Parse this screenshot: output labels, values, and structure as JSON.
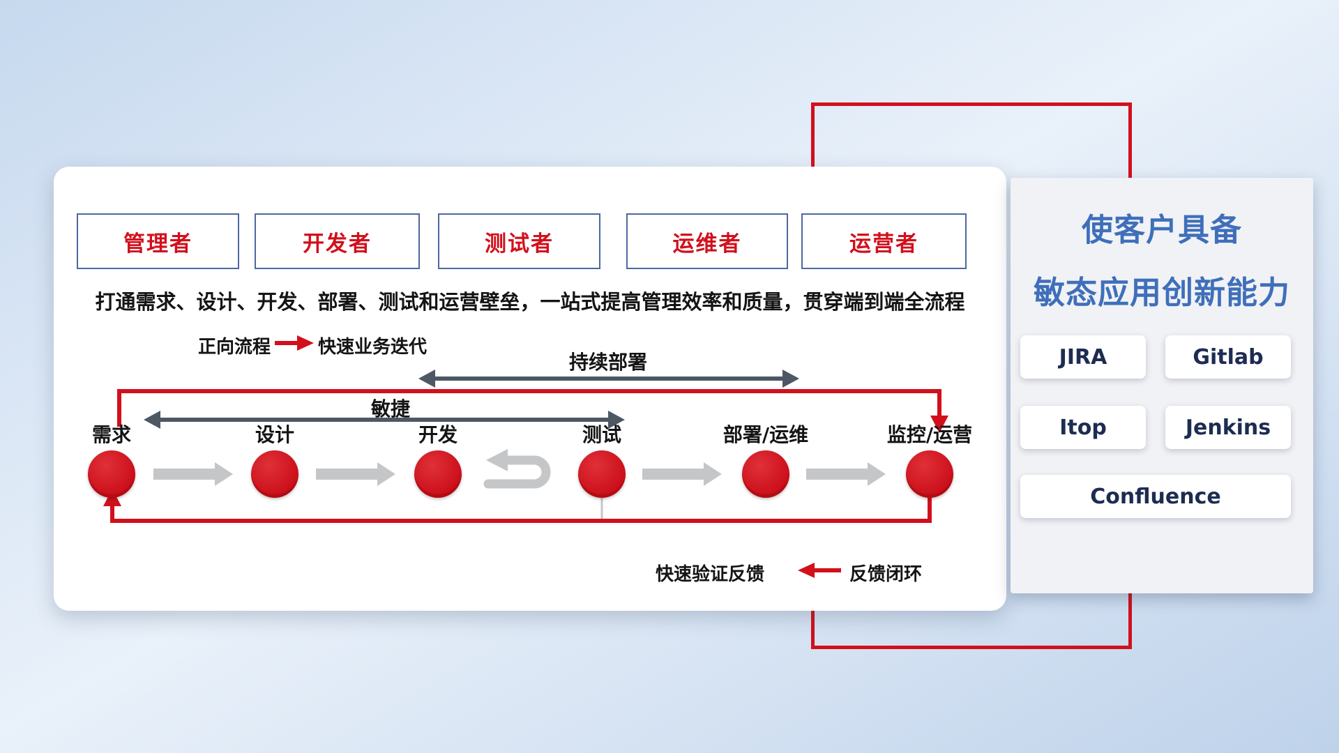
{
  "colors": {
    "accent_red": "#d2101c",
    "title_blue": "#3f6fba",
    "tool_text_navy": "#1d2c51",
    "dark_arrow": "#4e5764",
    "light_arrow_gray": "#c4c6c8",
    "role_border_blue": "#4d68a0"
  },
  "roles": [
    {
      "label": "管理者"
    },
    {
      "label": "开发者"
    },
    {
      "label": "测试者"
    },
    {
      "label": "运维者"
    },
    {
      "label": "运营者"
    }
  ],
  "description": "打通需求、设计、开发、部署、测试和运营壁垒，一站式提高管理效率和质量，贯穿端到端全流程",
  "legend_forward": {
    "label": "正向流程",
    "value": "快速业务迭代"
  },
  "legend_feedback": {
    "label": "快速验证反馈",
    "value": "反馈闭环"
  },
  "spans": {
    "continuous_deploy": "持续部署",
    "agile": "敏捷"
  },
  "stages": [
    {
      "label": "需求"
    },
    {
      "label": "设计"
    },
    {
      "label": "开发"
    },
    {
      "label": "测试"
    },
    {
      "label": "部署/运维"
    },
    {
      "label": "监控/运营"
    }
  ],
  "right_panel": {
    "title_line1": "使客户具备",
    "title_line2": "敏态应用创新能力",
    "tools": [
      "JIRA",
      "Gitlab",
      "Itop",
      "Jenkins",
      "Confluence"
    ]
  }
}
